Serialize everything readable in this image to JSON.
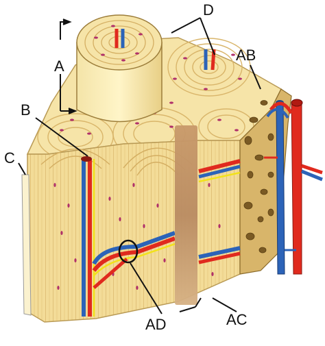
{
  "labels": {
    "a": "A",
    "b": "B",
    "c": "C",
    "d": "D",
    "ab": "AB",
    "ac": "AC",
    "ad": "AD"
  },
  "colors": {
    "bone": "#f6e4a8",
    "bone_dark": "#e6c77a",
    "lamella_line": "#d9b56a",
    "osteocyte": "#b0306a",
    "artery": "#e02a1e",
    "vein": "#2c63b8",
    "nerve": "#f2e21a",
    "spongy": "#a8813a",
    "blur_box": "#c49a6a"
  }
}
